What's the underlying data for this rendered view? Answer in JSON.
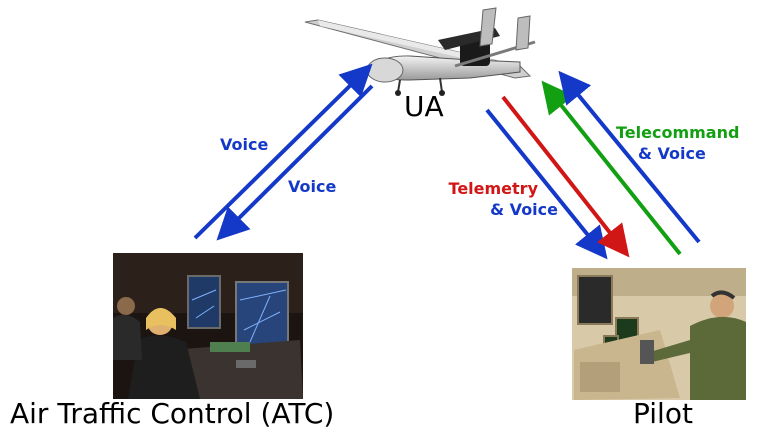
{
  "nodes": {
    "ua": {
      "label": "UA"
    },
    "atc": {
      "label": "Air Traffic Control (ATC)"
    },
    "pilot": {
      "label": "Pilot"
    }
  },
  "links": {
    "atc_up_voice": {
      "label": "Voice",
      "color": "#1438c8"
    },
    "atc_down_voice": {
      "label": "Voice",
      "color": "#1438c8"
    },
    "pilot_down_telemetry": {
      "label": "Telemetry",
      "color": "#d11616"
    },
    "pilot_down_voice": {
      "label": "& Voice",
      "color": "#1438c8"
    },
    "pilot_up_telecommand": {
      "label": "Telecommand",
      "color": "#12a012"
    },
    "pilot_up_voice": {
      "label": "& Voice",
      "color": "#1438c8"
    }
  },
  "colors": {
    "blue": "#1438c8",
    "red": "#d11616",
    "green": "#12a012"
  },
  "icons": {
    "ua": "uav-drone-icon",
    "atc": "atc-console-photo",
    "pilot": "pilot-station-photo"
  }
}
